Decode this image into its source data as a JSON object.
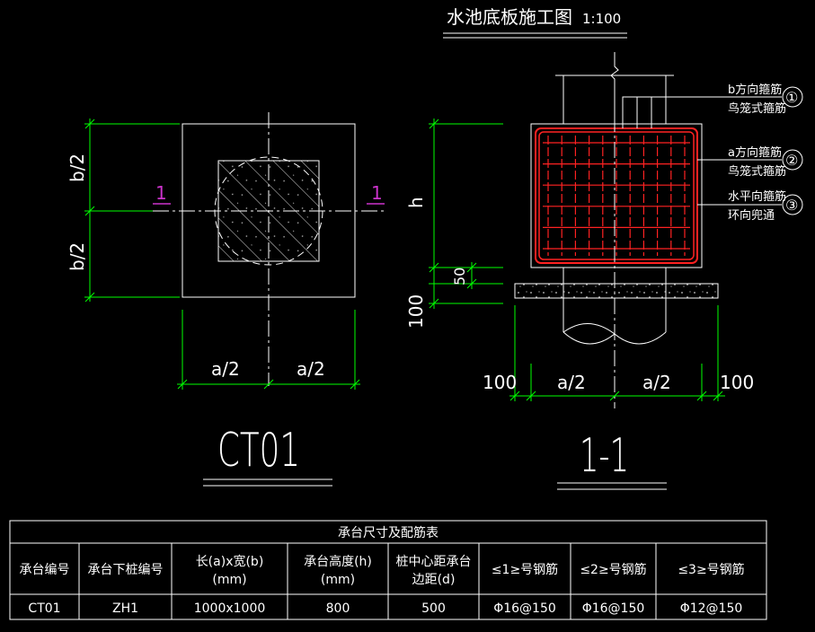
{
  "title": {
    "text": "水池底板施工图",
    "scale": "1:100"
  },
  "plan": {
    "label": "CT01",
    "section_mark_left": "1",
    "section_mark_right": "1",
    "dim_b_upper": "b/2",
    "dim_b_lower": "b/2",
    "dim_a_left": "a/2",
    "dim_a_right": "a/2"
  },
  "section": {
    "label": "1-1",
    "dim_h": "h",
    "dim_50": "50",
    "dim_100_vertical": "100",
    "dim_100_left": "100",
    "dim_a_left": "a/2",
    "dim_a_right": "a/2",
    "dim_100_right": "100",
    "callouts": [
      {
        "num": "①",
        "line1": "b方向箍筋",
        "line2": "鸟笼式箍筋"
      },
      {
        "num": "②",
        "line1": "a方向箍筋",
        "line2": "鸟笼式箍筋"
      },
      {
        "num": "③",
        "line1": "水平向箍筋",
        "line2": "环向兜通"
      }
    ]
  },
  "table": {
    "caption": "承台尺寸及配筋表",
    "headers": [
      [
        "承台编号"
      ],
      [
        "承台下桩编号"
      ],
      [
        "长(a)x宽(b)",
        "(mm)"
      ],
      [
        "承台高度(h)",
        "(mm)"
      ],
      [
        "桩中心距承台",
        "边距(d)"
      ],
      [
        "≤1≥号钢筋"
      ],
      [
        "≤2≥号钢筋"
      ],
      [
        "≤3≥号钢筋"
      ]
    ],
    "rows": [
      [
        "CT01",
        "ZH1",
        "1000x1000",
        "800",
        "500",
        "Φ16@150",
        "Φ16@150",
        "Φ12@150"
      ]
    ]
  },
  "colors": {
    "line": "#ffffff",
    "dim": "#00ff00",
    "center": "#ffffff",
    "rebar": "#ff2222",
    "section_mark": "#cc33cc"
  }
}
